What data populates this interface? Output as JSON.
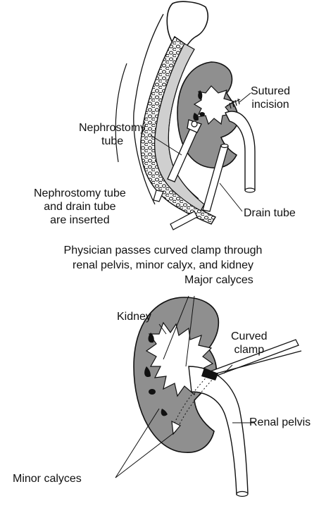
{
  "top_diagram": {
    "labels": {
      "sutured_incision": [
        "Sutured",
        "incision"
      ],
      "nephrostomy_tube": [
        "Nephrostomy",
        "tube"
      ],
      "inserted_note": [
        "Nephrostomy tube",
        "and drain tube",
        "are inserted"
      ],
      "drain_tube": "Drain tube"
    }
  },
  "caption": [
    "Physician passes curved clamp through",
    "renal pelvis, minor calyx, and kidney"
  ],
  "bottom_diagram": {
    "labels": {
      "major_calyces": "Major calyces",
      "kidney": "Kidney",
      "curved_clamp": [
        "Curved",
        "clamp"
      ],
      "renal_pelvis": "Renal pelvis",
      "minor_calyces": "Minor calyces"
    }
  },
  "colors": {
    "kidney_fill": "#8f8f8f",
    "inner_fill": "#ffffff",
    "muscle_fill": "#cfcfcf",
    "line": "#111111"
  }
}
